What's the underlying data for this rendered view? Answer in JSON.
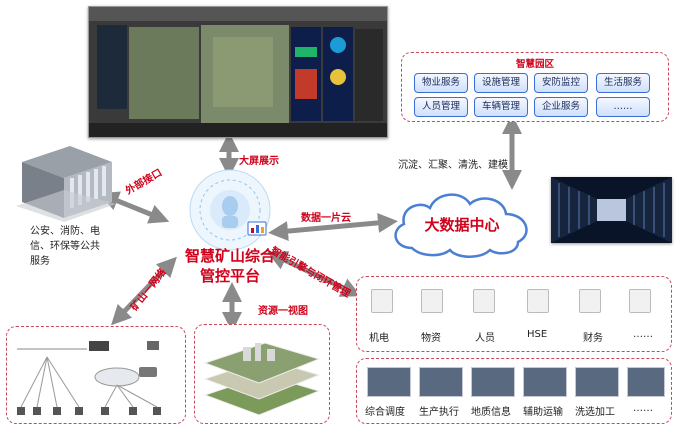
{
  "labels": {
    "screen_display": "大屏展示",
    "external_interface": "外部接口",
    "mine_network": "矿山一网络",
    "resource_view": "资源一视图",
    "data_cloud": "数据一片云",
    "intelligent_closed_loop": "智能引擎与闭环管理",
    "processing": "沉淀、汇聚、清洗、建模"
  },
  "hub": {
    "title_line1": "智慧矿山综合",
    "title_line2": "管控平台"
  },
  "big_data": {
    "title": "大数据中心"
  },
  "public_services": {
    "text_line1": "公安、消防、电",
    "text_line2": "信、环保等公共",
    "text_line3": "服务"
  },
  "smart_park": {
    "title": "智慧园区",
    "items": [
      "物业服务",
      "设施管理",
      "安防监控",
      "生活服务",
      "人员管理",
      "车辆管理",
      "企业服务",
      "……"
    ]
  },
  "systems_row1": [
    "机电",
    "物资",
    "人员",
    "HSE",
    "财务",
    "……"
  ],
  "systems_row2": [
    "综合调度",
    "生产执行",
    "地质信息",
    "辅助运输",
    "洗选加工",
    "……"
  ],
  "colors": {
    "accent_red": "#d0021b",
    "dash_border": "#c9485a",
    "button_blue": "#3a6fd8",
    "arrow_gray": "#8a8a8a"
  }
}
